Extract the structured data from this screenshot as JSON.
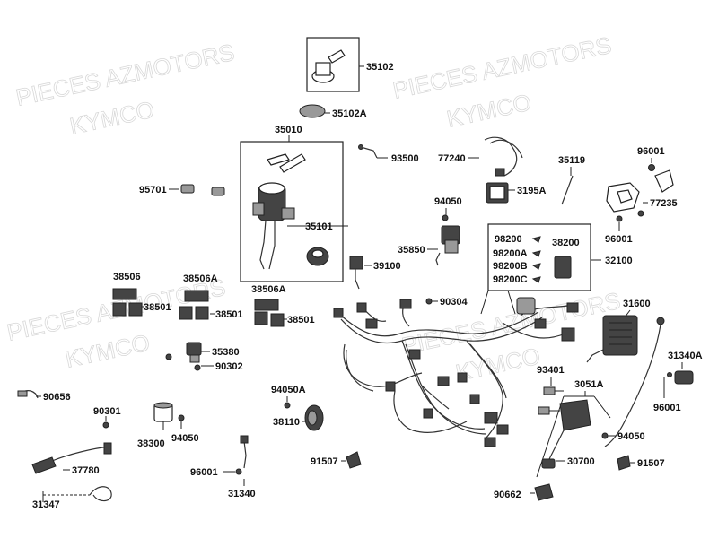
{
  "watermark": {
    "line1": "PIECES AZMOTORS",
    "line2": "KYMCO"
  },
  "parts": {
    "p35102": "35102",
    "p35102A": "35102A",
    "p35010": "35010",
    "p93500": "93500",
    "p77240": "77240",
    "p3195A": "3195A",
    "p35119": "35119",
    "p96001a": "96001",
    "p77235": "77235",
    "p96001b": "96001",
    "p95701": "95701",
    "p35101": "35101",
    "p94050a": "94050",
    "p35850": "35850",
    "p39100": "39100",
    "p98200": "98200",
    "p98200A": "98200A",
    "p98200B": "98200B",
    "p98200C": "98200C",
    "p38200": "38200",
    "p32100": "32100",
    "p38506": "38506",
    "p38506A_1": "38506A",
    "p38506A_2": "38506A",
    "p38501a": "38501",
    "p38501b": "38501",
    "p38501c": "38501",
    "p90304": "90304",
    "p31600": "31600",
    "p35380": "35380",
    "p90302": "90302",
    "p31340A": "31340A",
    "p90656": "90656",
    "p90301": "90301",
    "p94050A": "94050A",
    "p38110": "38110",
    "p93401": "93401",
    "p3051A": "3051A",
    "p96001c": "96001",
    "p38300": "38300",
    "p94050b": "94050",
    "p94050c": "94050",
    "p37780": "37780",
    "p96001d": "96001",
    "p31340": "31340",
    "p91507a": "91507",
    "p30700": "30700",
    "p91507b": "91507",
    "p31347": "31347",
    "p90662": "90662"
  }
}
